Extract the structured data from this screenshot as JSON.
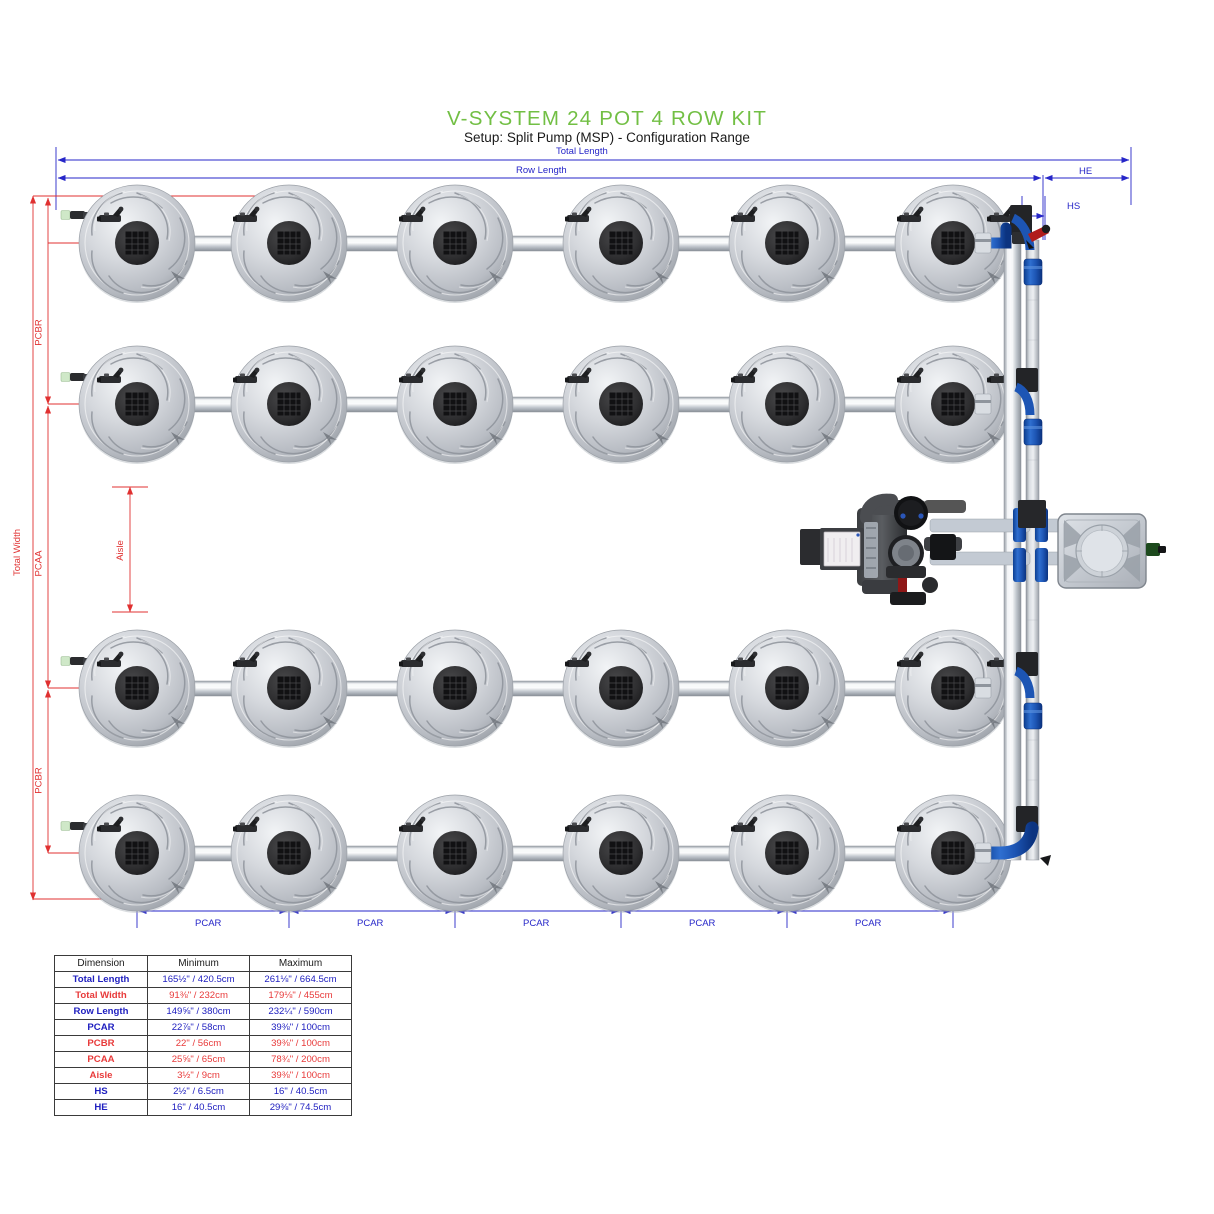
{
  "title": {
    "main": "V-SYSTEM 24 POT 4 ROW KIT",
    "sub": "Setup: Split Pump (MSP) - Configuration Range",
    "main_color": "#72bf44",
    "sub_color": "#1a1a1a"
  },
  "colors": {
    "blue_dim": "#2626c8",
    "red_dim": "#e03030",
    "pot_body": "#c9ccd1",
    "pipe": "#c6cbd2",
    "fitting_blue": "#1f5fc0"
  },
  "dimension_labels": {
    "total_length": "Total Length",
    "row_length": "Row Length",
    "he": "HE",
    "hs": "HS",
    "total_width": "Total Width",
    "pcbr": "PCBR",
    "pcaa": "PCAA",
    "pcar": "PCAR",
    "aisle": "Aisle"
  },
  "layout": {
    "rows": 4,
    "pots_per_row": 6,
    "total_pots": 24,
    "pcar_segments": 5
  },
  "table": {
    "headers": [
      "Dimension",
      "Minimum",
      "Maximum"
    ],
    "rows": [
      {
        "dimension": "Total Length",
        "minimum": "165½\" / 420.5cm",
        "maximum": "261⅛\" / 664.5cm",
        "color": "blue"
      },
      {
        "dimension": "Total Width",
        "minimum": "91⅜\" / 232cm",
        "maximum": "179⅛\" / 455cm",
        "color": "red"
      },
      {
        "dimension": "Row Length",
        "minimum": "149⅝\" / 380cm",
        "maximum": "232¼\" / 590cm",
        "color": "blue"
      },
      {
        "dimension": "PCAR",
        "minimum": "22⅞\" / 58cm",
        "maximum": "39⅜\" / 100cm",
        "color": "blue"
      },
      {
        "dimension": "PCBR",
        "minimum": "22\" / 56cm",
        "maximum": "39⅜\" / 100cm",
        "color": "red"
      },
      {
        "dimension": "PCAA",
        "minimum": "25⅝\" / 65cm",
        "maximum": "78¾\" / 200cm",
        "color": "red"
      },
      {
        "dimension": "Aisle",
        "minimum": "3½\" / 9cm",
        "maximum": "39⅜\" / 100cm",
        "color": "red"
      },
      {
        "dimension": "HS",
        "minimum": "2½\" / 6.5cm",
        "maximum": "16\" / 40.5cm",
        "color": "blue"
      },
      {
        "dimension": "HE",
        "minimum": "16\" / 40.5cm",
        "maximum": "29⅜\" / 74.5cm",
        "color": "blue"
      }
    ]
  }
}
